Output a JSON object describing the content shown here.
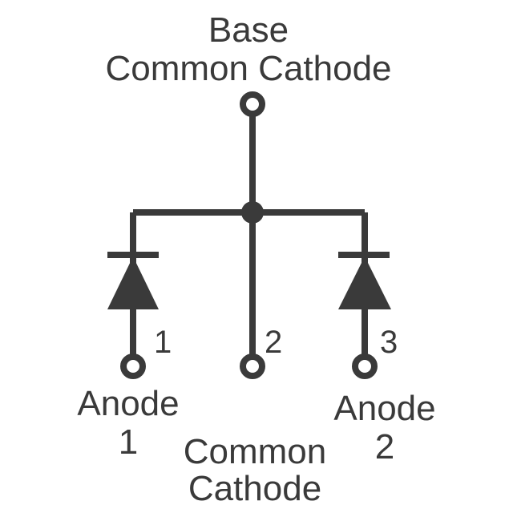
{
  "labels": {
    "top_line1": "Base",
    "top_line2": "Common Cathode",
    "anode1_line1": "Anode",
    "anode1_line2": "1",
    "cathode_line1": "Common",
    "cathode_line2": "Cathode",
    "anode2_line1": "Anode",
    "anode2_line2": "2"
  },
  "pins": [
    "1",
    "2",
    "3"
  ],
  "colors": {
    "stroke": "#3a3a3a",
    "background": "#ffffff"
  }
}
